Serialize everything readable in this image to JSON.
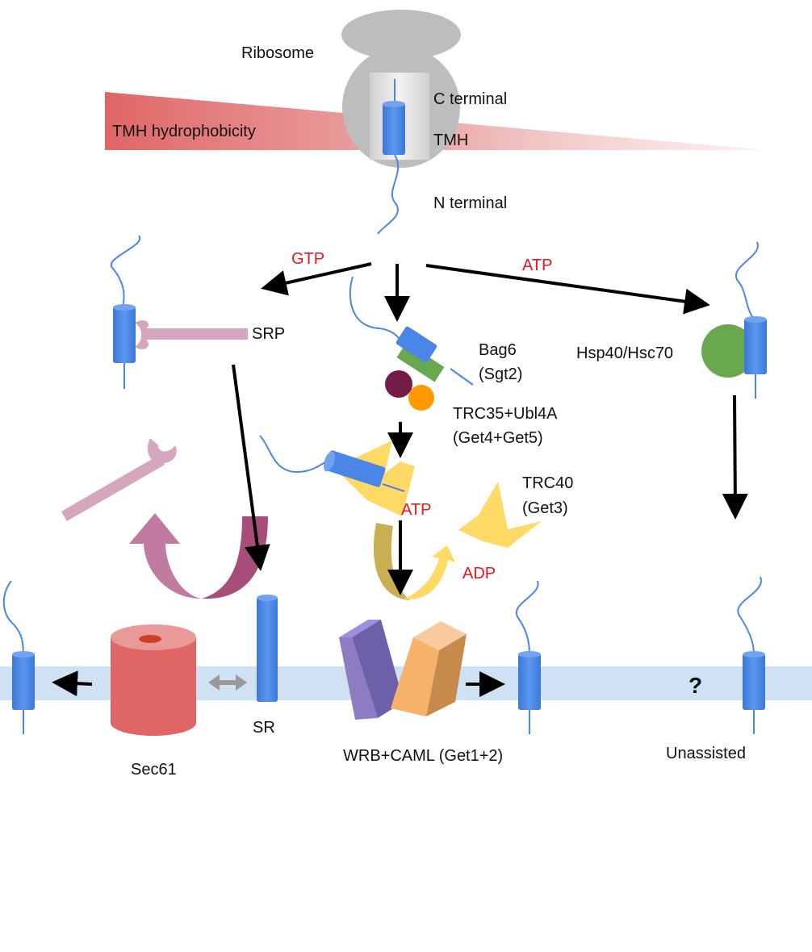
{
  "labels": {
    "ribosome": "Ribosome",
    "tmh_hydrophobicity": "TMH hydrophobicity",
    "c_terminal": "C terminal",
    "tmh": "TMH",
    "n_terminal": "N terminal",
    "gtp": "GTP",
    "atp_top": "ATP",
    "srp": "SRP",
    "bag6": "Bag6",
    "sgt2": "(Sgt2)",
    "hsp": "Hsp40/Hsc70",
    "trc35": "TRC35+Ubl4A",
    "get45": "(Get4+Get5)",
    "trc40": "TRC40",
    "get3": "(Get3)",
    "atp_mid": "ATP",
    "adp": "ADP",
    "sr": "SR",
    "sec61": "Sec61",
    "wrb": "WRB+CAML (Get1+2)",
    "question": "?",
    "unassisted": "Unassisted"
  },
  "colors": {
    "tmh_blue": "#4a86e8",
    "ribosome_gray": "#bdbdbd",
    "membrane": "#cfe2f3",
    "srp_pink": "#d5a6bd",
    "recycle_arrow": "#a64d79",
    "sec61_red": "#e06666",
    "bag6_green": "#6aa84f",
    "trc35_maroon": "#741b47",
    "ubl4a_orange": "#ff9900",
    "trc40_yellow": "#ffd966",
    "wrb_purple": "#8e7cc3",
    "caml_orange": "#f6b26b",
    "gradient_red": "#e06666",
    "label_red": "#e8151b"
  }
}
